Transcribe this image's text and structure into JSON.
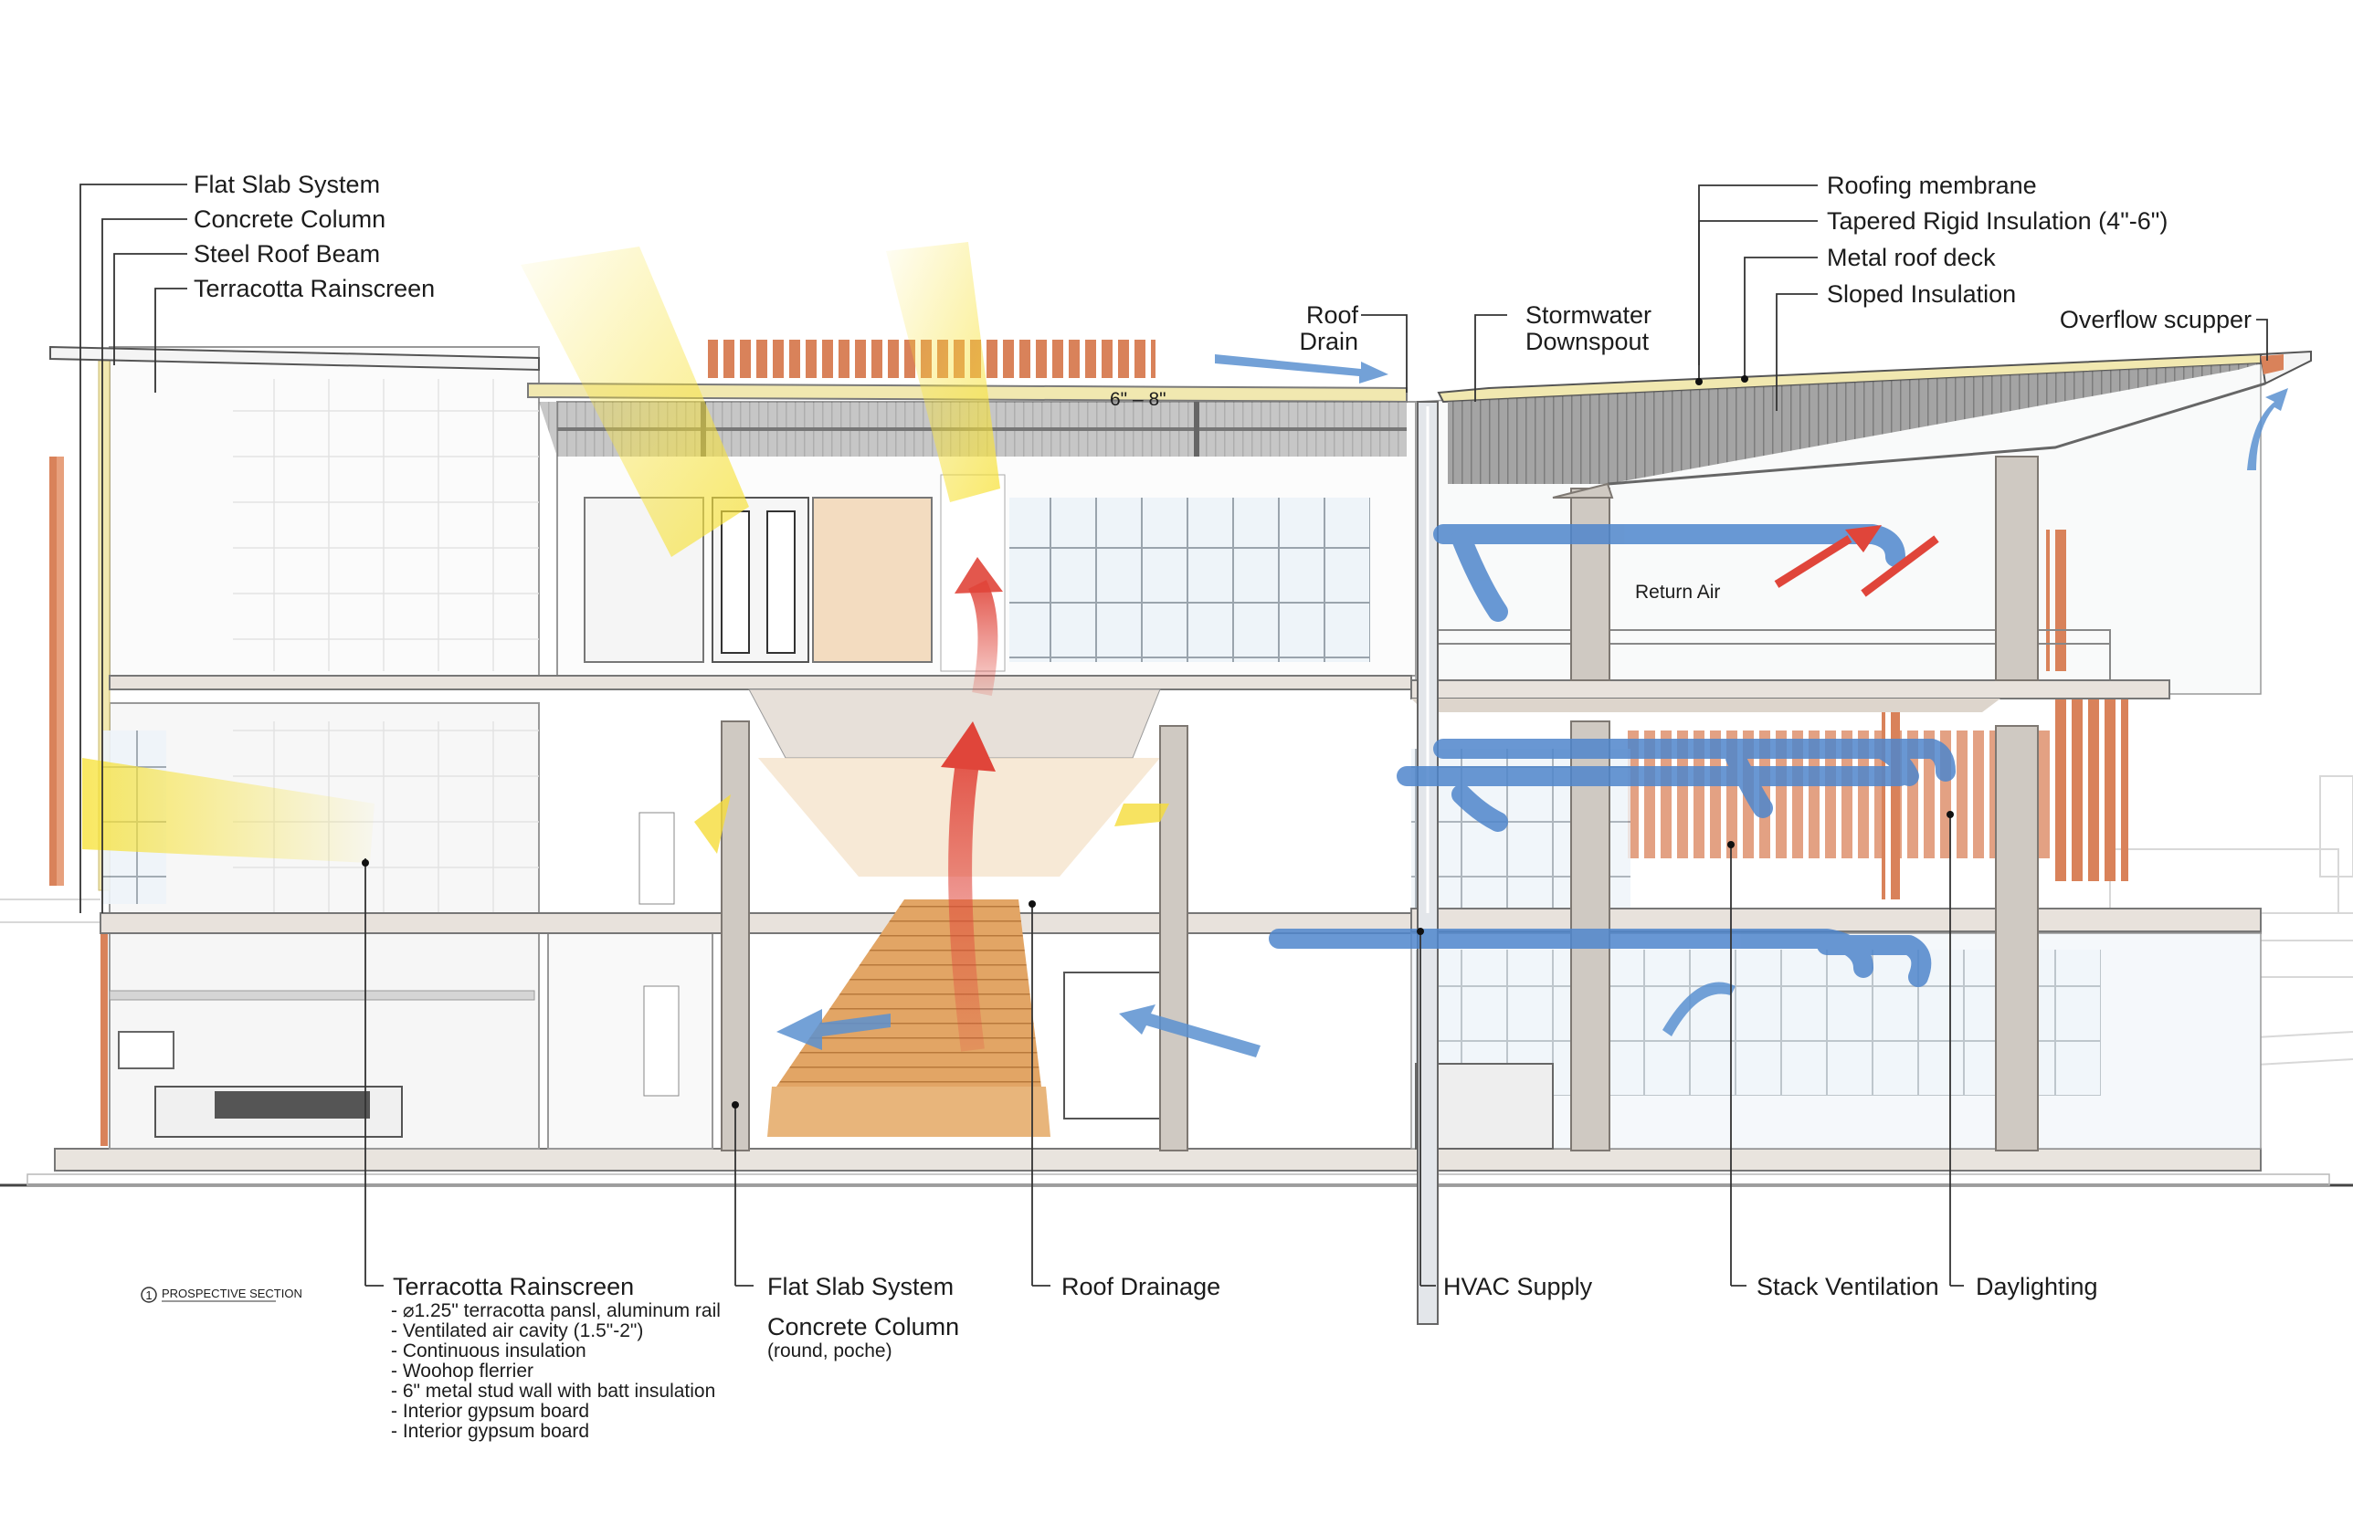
{
  "labels": {
    "flat_slab_top": "Flat Slab System",
    "concrete_column_top": "Concrete Column",
    "steel_roof_beam": "Steel Roof Beam",
    "terracotta_top": "Terracotta Rainscreen",
    "roof_drain_1": "Roof",
    "roof_drain_2": "Drain",
    "stormwater_1": "Stormwater",
    "stormwater_2": "Downspout",
    "roofing_membrane": "Roofing membrane",
    "tapered_insulation": "Tapered Rigid Insulation (4\"-6\")",
    "metal_roof_deck": "Metal roof deck",
    "sloped_insulation": "Sloped Insulation",
    "overflow_scupper": "Overflow scupper",
    "return_air": "Return Air",
    "dimension": "6\" – 8\"",
    "terracotta_bottom": "Terracotta Rainscreen",
    "terracotta_notes": [
      "- ⌀1.25\" terracotta pansl, aluminum rail",
      "- Ventilated air cavity (1.5\"-2\")",
      "- Continuous insulation",
      "- Woohop flerrier",
      "- 6\" metal stud wall with batt insulation",
      "- Interior gypsum board",
      "- Interior gypsum board"
    ],
    "flat_slab_bottom": "Flat Slab System",
    "concrete_column_bottom": "Concrete Column",
    "concrete_column_note": "(round, poche)",
    "roof_drainage": "Roof Drainage",
    "hvac_supply": "HVAC Supply",
    "stack_ventilation": "Stack Ventilation",
    "daylighting": "Daylighting",
    "section_number": "1",
    "section_title": "PROSPECTIVE SECTION"
  },
  "colors": {
    "terracotta": "#d9825a",
    "hvac_blue": "#4f86cc",
    "airflow_red": "#e0453a",
    "daylight_yellow": "#f5dc3a",
    "stair_wood": "#e0a060",
    "concrete": "#cfc9c2",
    "insulation": "#f1e8b0",
    "leader": "#333333"
  },
  "icons": {
    "airflow": "curved-arrow-icon",
    "section_marker": "section-marker-icon"
  }
}
